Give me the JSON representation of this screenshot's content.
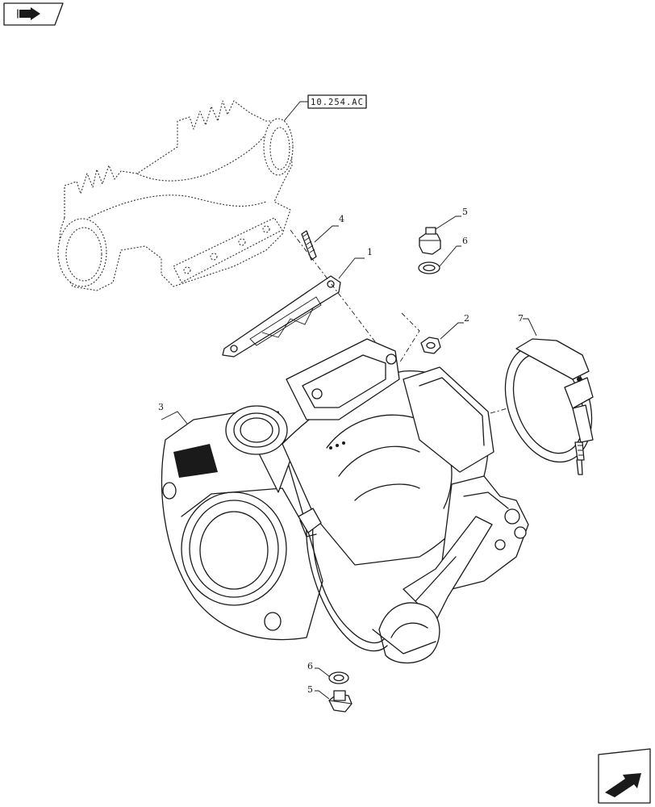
{
  "reference_tag": "10.254.AC",
  "callouts": {
    "c1": "1",
    "c2": "2",
    "c3": "3",
    "c4": "4",
    "c5_top": "5",
    "c6_top": "6",
    "c7": "7",
    "c6_bottom": "6",
    "c5_bottom": "5"
  },
  "icons": {
    "top_left": "section-navigation-icon",
    "bottom_right": "next-page-arrow-icon"
  }
}
